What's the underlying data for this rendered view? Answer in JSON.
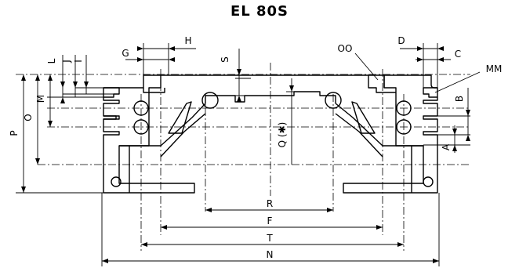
{
  "title": "EL 80S",
  "labels": {
    "h": "H",
    "g": "G",
    "s": "S",
    "oo": "OO",
    "d": "D",
    "c": "C",
    "mm": "MM",
    "l": "L",
    "j": "J",
    "i": "I",
    "m": "M",
    "o": "O",
    "p": "P",
    "b": "B",
    "a": "A",
    "q": "Q (✱)",
    "r": "R",
    "f": "F",
    "t": "T",
    "n": "N"
  }
}
